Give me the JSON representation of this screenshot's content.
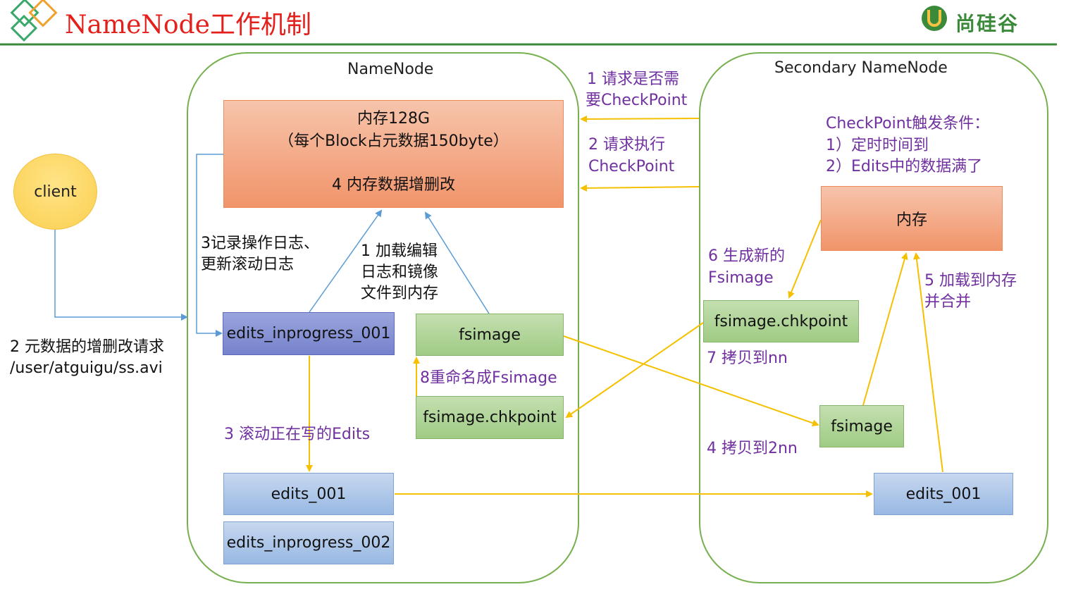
{
  "header": {
    "title": "NameNode工作机制",
    "logo_text": "尚硅谷"
  },
  "panels": {
    "namenode": "NameNode",
    "secondary": "Secondary NameNode"
  },
  "client": {
    "label": "client",
    "request_line1": "2 元数据的增删改请求",
    "request_line2": "/user/atguigu/ss.avi"
  },
  "namenode": {
    "memory_line1": "内存128G",
    "memory_line2": "（每个Block占元数据150byte）",
    "memory_line3": "4 内存数据增删改",
    "edits_inprogress_001": "edits_inprogress_001",
    "fsimage": "fsimage",
    "fsimage_chkpoint": "fsimage.chkpoint",
    "edits_001": "edits_001",
    "edits_inprogress_002": "edits_inprogress_002",
    "log_note_line1": "3记录操作日志、",
    "log_note_line2": "更新滚动日志",
    "load_note_line1": "1 加载编辑",
    "load_note_line2": "日志和镜像",
    "load_note_line3": "文件到内存",
    "rename_note": "8重命名成Fsimage",
    "roll_note": "3 滚动正在写的Edits"
  },
  "messages": {
    "checkpoint_query_line1": "1 请求是否需",
    "checkpoint_query_line2": "要CheckPoint",
    "checkpoint_exec_line1": "2 请求执行",
    "checkpoint_exec_line2": "CheckPoint"
  },
  "secondary": {
    "trigger_title": "CheckPoint触发条件：",
    "trigger_1": "1）定时时间到",
    "trigger_2": "2）Edits中的数据满了",
    "memory": "内存",
    "gen_note_line1": "6 生成新的",
    "gen_note_line2": "Fsimage",
    "fsimage_chkpoint": "fsimage.chkpoint",
    "copy_to_nn": "7 拷贝到nn",
    "fsimage": "fsimage",
    "copy_to_2nn": "4 拷贝到2nn",
    "load_merge_line1": "5 加载到内存",
    "load_merge_line2": "并合并",
    "edits_001": "edits_001"
  },
  "colors": {
    "arrow_yellow": "#f5c000",
    "arrow_blue": "#5b9bd5",
    "panel_border": "#77b050",
    "violet_text": "#7030a0",
    "title_red": "#e3201b"
  }
}
